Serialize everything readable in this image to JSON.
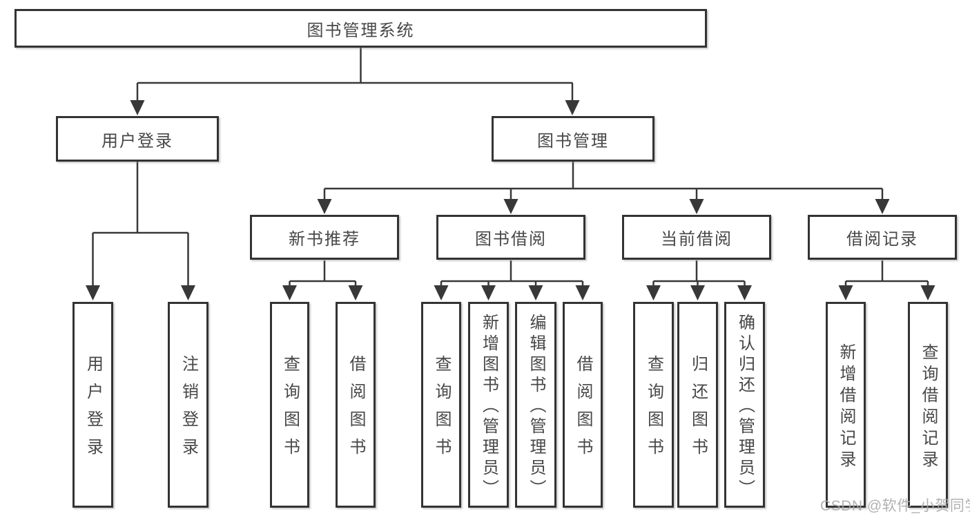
{
  "title": "图书管理系统",
  "watermark": "CSDN @软件_小贺同学",
  "colors": {
    "line": "#383838",
    "box_border": "#333333",
    "text": "#474747",
    "background": "#ffffff",
    "watermark": "#a8a8a8"
  },
  "nodes": {
    "root": {
      "label": "图书管理系统"
    },
    "level2": [
      {
        "label": "用户登录"
      },
      {
        "label": "图书管理"
      }
    ],
    "level3": [
      {
        "label": "新书推荐"
      },
      {
        "label": "图书借阅"
      },
      {
        "label": "当前借阅"
      },
      {
        "label": "借阅记录"
      }
    ],
    "leaves": [
      {
        "label": "用户登录"
      },
      {
        "label": "注销登录"
      },
      {
        "label": "查询图书"
      },
      {
        "label": "借阅图书"
      },
      {
        "label": "查询图书"
      },
      {
        "label": "新增图书（管理员）"
      },
      {
        "label": "编辑图书（管理员）"
      },
      {
        "label": "借阅图书"
      },
      {
        "label": "查询图书"
      },
      {
        "label": "归还图书"
      },
      {
        "label": "确认归还（管理员）"
      },
      {
        "label": "新增借阅记录"
      },
      {
        "label": "查询借阅记录"
      }
    ]
  }
}
